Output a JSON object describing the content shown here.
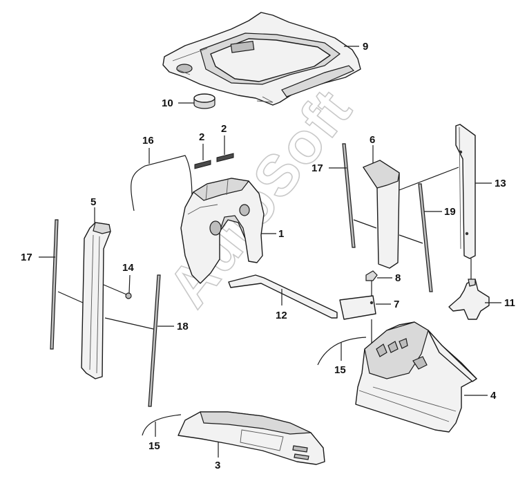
{
  "watermark": "AutoSoft",
  "callouts": {
    "p1": "1",
    "p2a": "2",
    "p2b": "2",
    "p3": "3",
    "p4": "4",
    "p5": "5",
    "p6": "6",
    "p7": "7",
    "p8": "8",
    "p9": "9",
    "p10": "10",
    "p11": "11",
    "p12": "12",
    "p13": "13",
    "p14": "14",
    "p15a": "15",
    "p15b": "15",
    "p16": "16",
    "p17a": "17",
    "p17b": "17",
    "p18": "18",
    "p19": "19"
  }
}
